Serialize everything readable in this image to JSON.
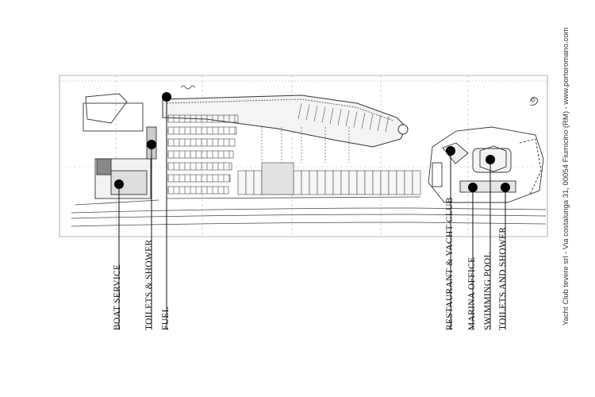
{
  "map": {
    "title": "Marina site plan",
    "locations": [
      {
        "id": "boat-service",
        "label": "BOAT SERVICE"
      },
      {
        "id": "toilets-shower-west",
        "label": "TOILETS & SHOWER"
      },
      {
        "id": "fuel",
        "label": "FUEL"
      },
      {
        "id": "restaurant-yacht-club",
        "label": "RESTAURANT & YACHT CLUB"
      },
      {
        "id": "marina-office",
        "label": "MARINA OFFICE"
      },
      {
        "id": "swimming-pool",
        "label": "SWIMMING POOL"
      },
      {
        "id": "toilets-shower-east",
        "label": "TOILETS AND SHOWER"
      }
    ],
    "footer": "Yacht Club tevere srl - Via costalunga 31, 00054 Fiumicino (RM) - www.portoromano.com",
    "colors": {
      "ink": "#222222",
      "line": "#555555",
      "marker": "#000000",
      "background": "#ffffff"
    }
  }
}
